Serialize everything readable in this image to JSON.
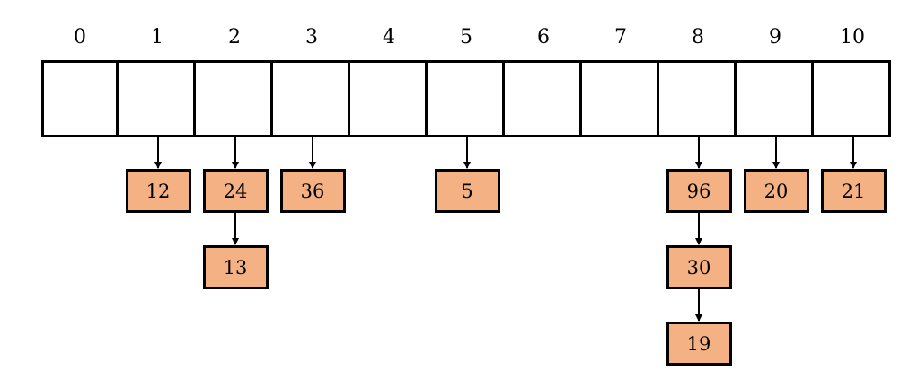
{
  "hash_table": {
    "indices": [
      "0",
      "1",
      "2",
      "3",
      "4",
      "5",
      "6",
      "7",
      "8",
      "9",
      "10"
    ],
    "chains": [
      {
        "index": 1,
        "values": [
          "12"
        ]
      },
      {
        "index": 2,
        "values": [
          "24",
          "13"
        ]
      },
      {
        "index": 3,
        "values": [
          "36"
        ]
      },
      {
        "index": 5,
        "values": [
          "5"
        ]
      },
      {
        "index": 8,
        "values": [
          "96",
          "30",
          "19"
        ]
      },
      {
        "index": 9,
        "values": [
          "20"
        ]
      },
      {
        "index": 10,
        "values": [
          "21"
        ]
      }
    ],
    "colors": {
      "node_fill": "#f4b183",
      "border": "#000000",
      "cell_fill": "#ffffff"
    }
  }
}
